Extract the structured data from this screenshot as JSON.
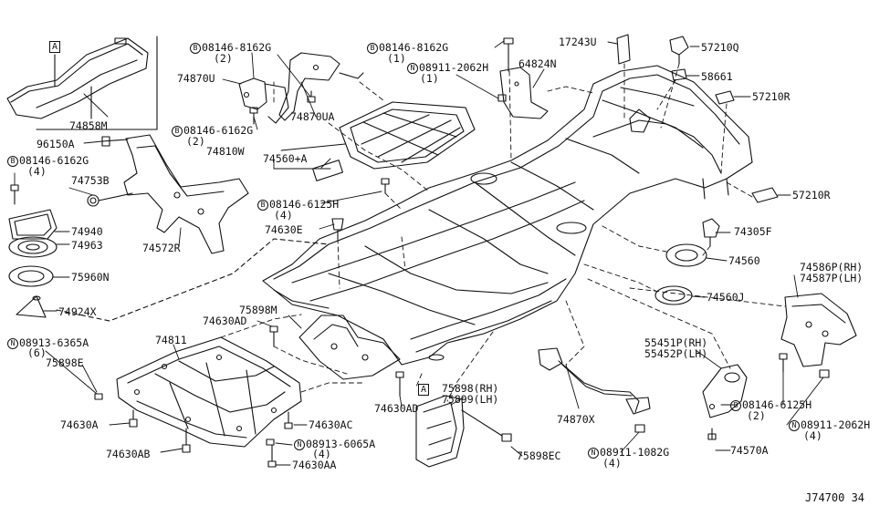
{
  "diagram": {
    "footer_code": "J74700 34",
    "callout_box": "A",
    "labels": {
      "p74858M": "74858M",
      "p96150A": "96150A",
      "b08146_6162G_left": "08146-6162G",
      "q4_left": "(4)",
      "p74753B": "74753B",
      "p74940": "74940",
      "p74963": "74963",
      "p75960N": "75960N",
      "p74924X": "74924X",
      "p74572R": "74572R",
      "b08146_8162G_a": "08146-8162G",
      "q2_a": "(2)",
      "p74870U": "74870U",
      "p74870UA": "74870UA",
      "b08146_6162G_mid": "08146-6162G",
      "q2_mid": "(2)",
      "p74810W": "74810W",
      "p74560A": "74560+A",
      "b08146_8162G_b": "08146-8162G",
      "q1_b": "(1)",
      "n08911_2062H_top": "08911-2062H",
      "q1_n": "(1)",
      "p64824N": "64824N",
      "p17243U": "17243U",
      "p57210Q": "57210Q",
      "p58661": "58661",
      "p57210R_a": "57210R",
      "p57210R_b": "57210R",
      "b08146_6125H_mid": "08146-6125H",
      "q4_mid": "(4)",
      "p74630E": "74630E",
      "p74305F": "74305F",
      "p74560": "74560",
      "p74560J": "74560J",
      "p74586P": "74586P(RH)",
      "p74587P": "74587P(LH)",
      "n08913_6365A": "08913-6365A",
      "q6": "(6)",
      "p75898E": "75898E",
      "p74811": "74811",
      "p74630AD_a": "74630AD",
      "p75898M": "75898M",
      "p74630A": "74630A",
      "p74630AB": "74630AB",
      "p74630AC": "74630AC",
      "n08913_6065A": "08913-6065A",
      "q4_6065": "(4)",
      "p74630AA": "74630AA",
      "p74630AD_b": "74630AD",
      "p75898RH": "75898(RH)",
      "p75899LH": "75899(LH)",
      "p75898EC": "75898EC",
      "p74870X": "74870X",
      "n08911_1082G": "08911-1082G",
      "q4_1082": "(4)",
      "p55451P": "55451P(RH)",
      "p55452P": "55452P(LH)",
      "b08146_6125H_r": "08146-6125H",
      "q2_r": "(2)",
      "n08911_2062H_r": "08911-2062H",
      "q4_r": "(4)",
      "p74570A": "74570A",
      "sym_b": "B",
      "sym_n": "N"
    }
  }
}
